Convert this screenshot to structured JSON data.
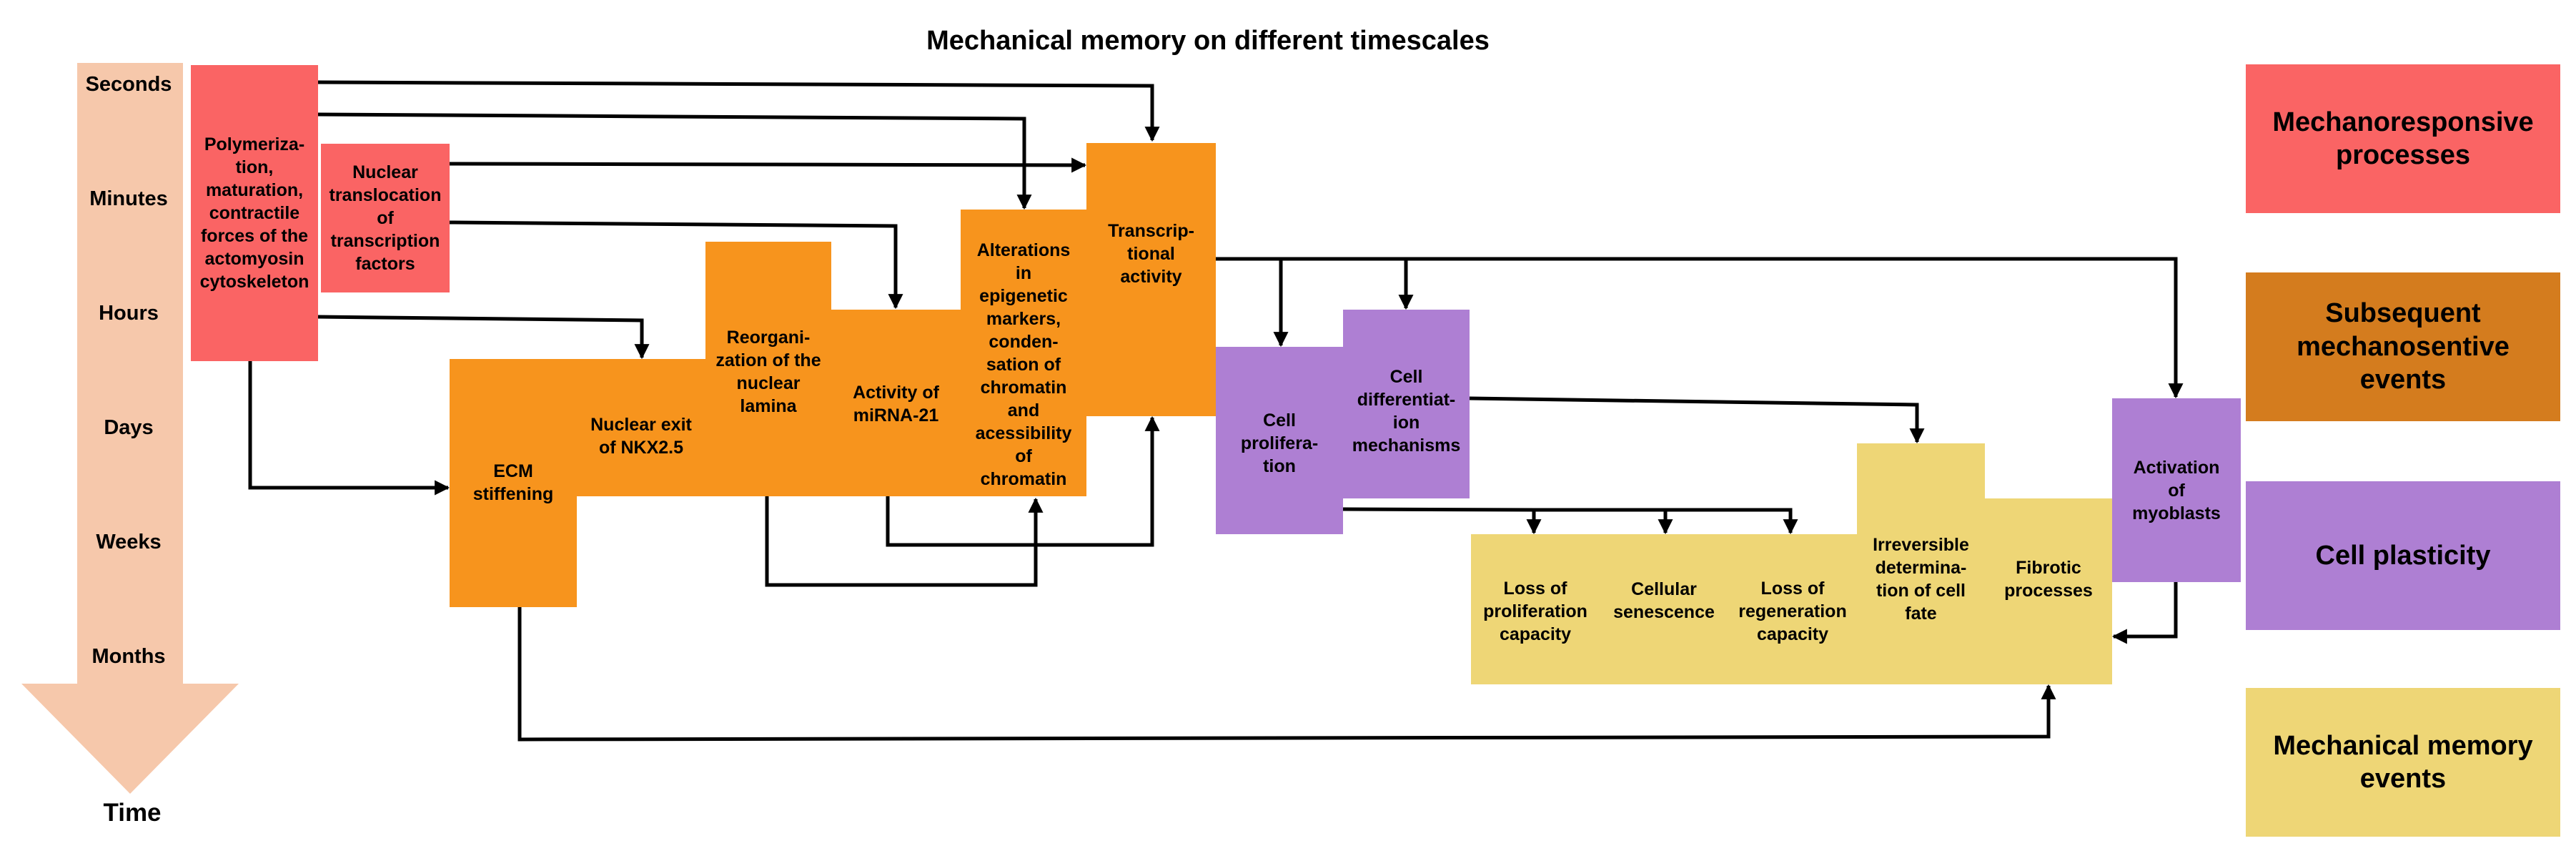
{
  "title": "Mechanical memory on different timescales",
  "time_axis": {
    "labels": [
      "Seconds",
      "Minutes",
      "Hours",
      "Days",
      "Weeks",
      "Months"
    ],
    "axis_label": "Time"
  },
  "nodes": {
    "actomyosin": "Polymeriza-\ntion,\nmaturation,\ncontractile\nforces of the\nactomyosin\ncytoskeleton",
    "nuclear_translocation": "Nuclear\ntranslocation\nof\ntranscription\nfactors",
    "ecm_stiffening": "ECM\nstiffening",
    "nkx25": "Nuclear exit\nof NKX2.5",
    "lamina": "Reorgani-\nzation of the\nnuclear\nlamina",
    "mirna21": "Activity of\nmiRNA-21",
    "epigenetic": "Alterations\nin\nepigenetic\nmarkers,\nconden-\nsation of\nchromatin\nand\nacessibility\nof\nchromatin",
    "transcriptional": "Transcrip-\ntional\nactivity",
    "cell_proliferation": "Cell\nprolifera-\ntion",
    "cell_differentiation": "Cell\ndifferentiat-\nion\nmechanisms",
    "loss_proliferation": "Loss of\nproliferation\ncapacity",
    "senescence": "Cellular\nsenescence",
    "loss_regeneration": "Loss of\nregeneration\ncapacity",
    "irreversible": "Irreversible\ndetermina-\ntion of cell\nfate",
    "fibrotic": "Fibrotic\nprocesses",
    "myoblasts": "Activation\nof\nmyoblasts"
  },
  "legend": [
    {
      "label": "Mechanoresponsive\nprocesses",
      "color": "#fa6464"
    },
    {
      "label": "Subsequent\nmechanosentive\nevents",
      "color": "#d47c1e"
    },
    {
      "label": "Cell plasticity",
      "color": "#ae7fd3"
    },
    {
      "label": "Mechanical memory\nevents",
      "color": "#eed676"
    }
  ],
  "colors": {
    "mechanoresponsive": "#fa6464",
    "mechanosensitive": "#f7941d",
    "plasticity": "#ae7fd3",
    "memory": "#eed676",
    "time_arrow": "#f6c8ab"
  }
}
